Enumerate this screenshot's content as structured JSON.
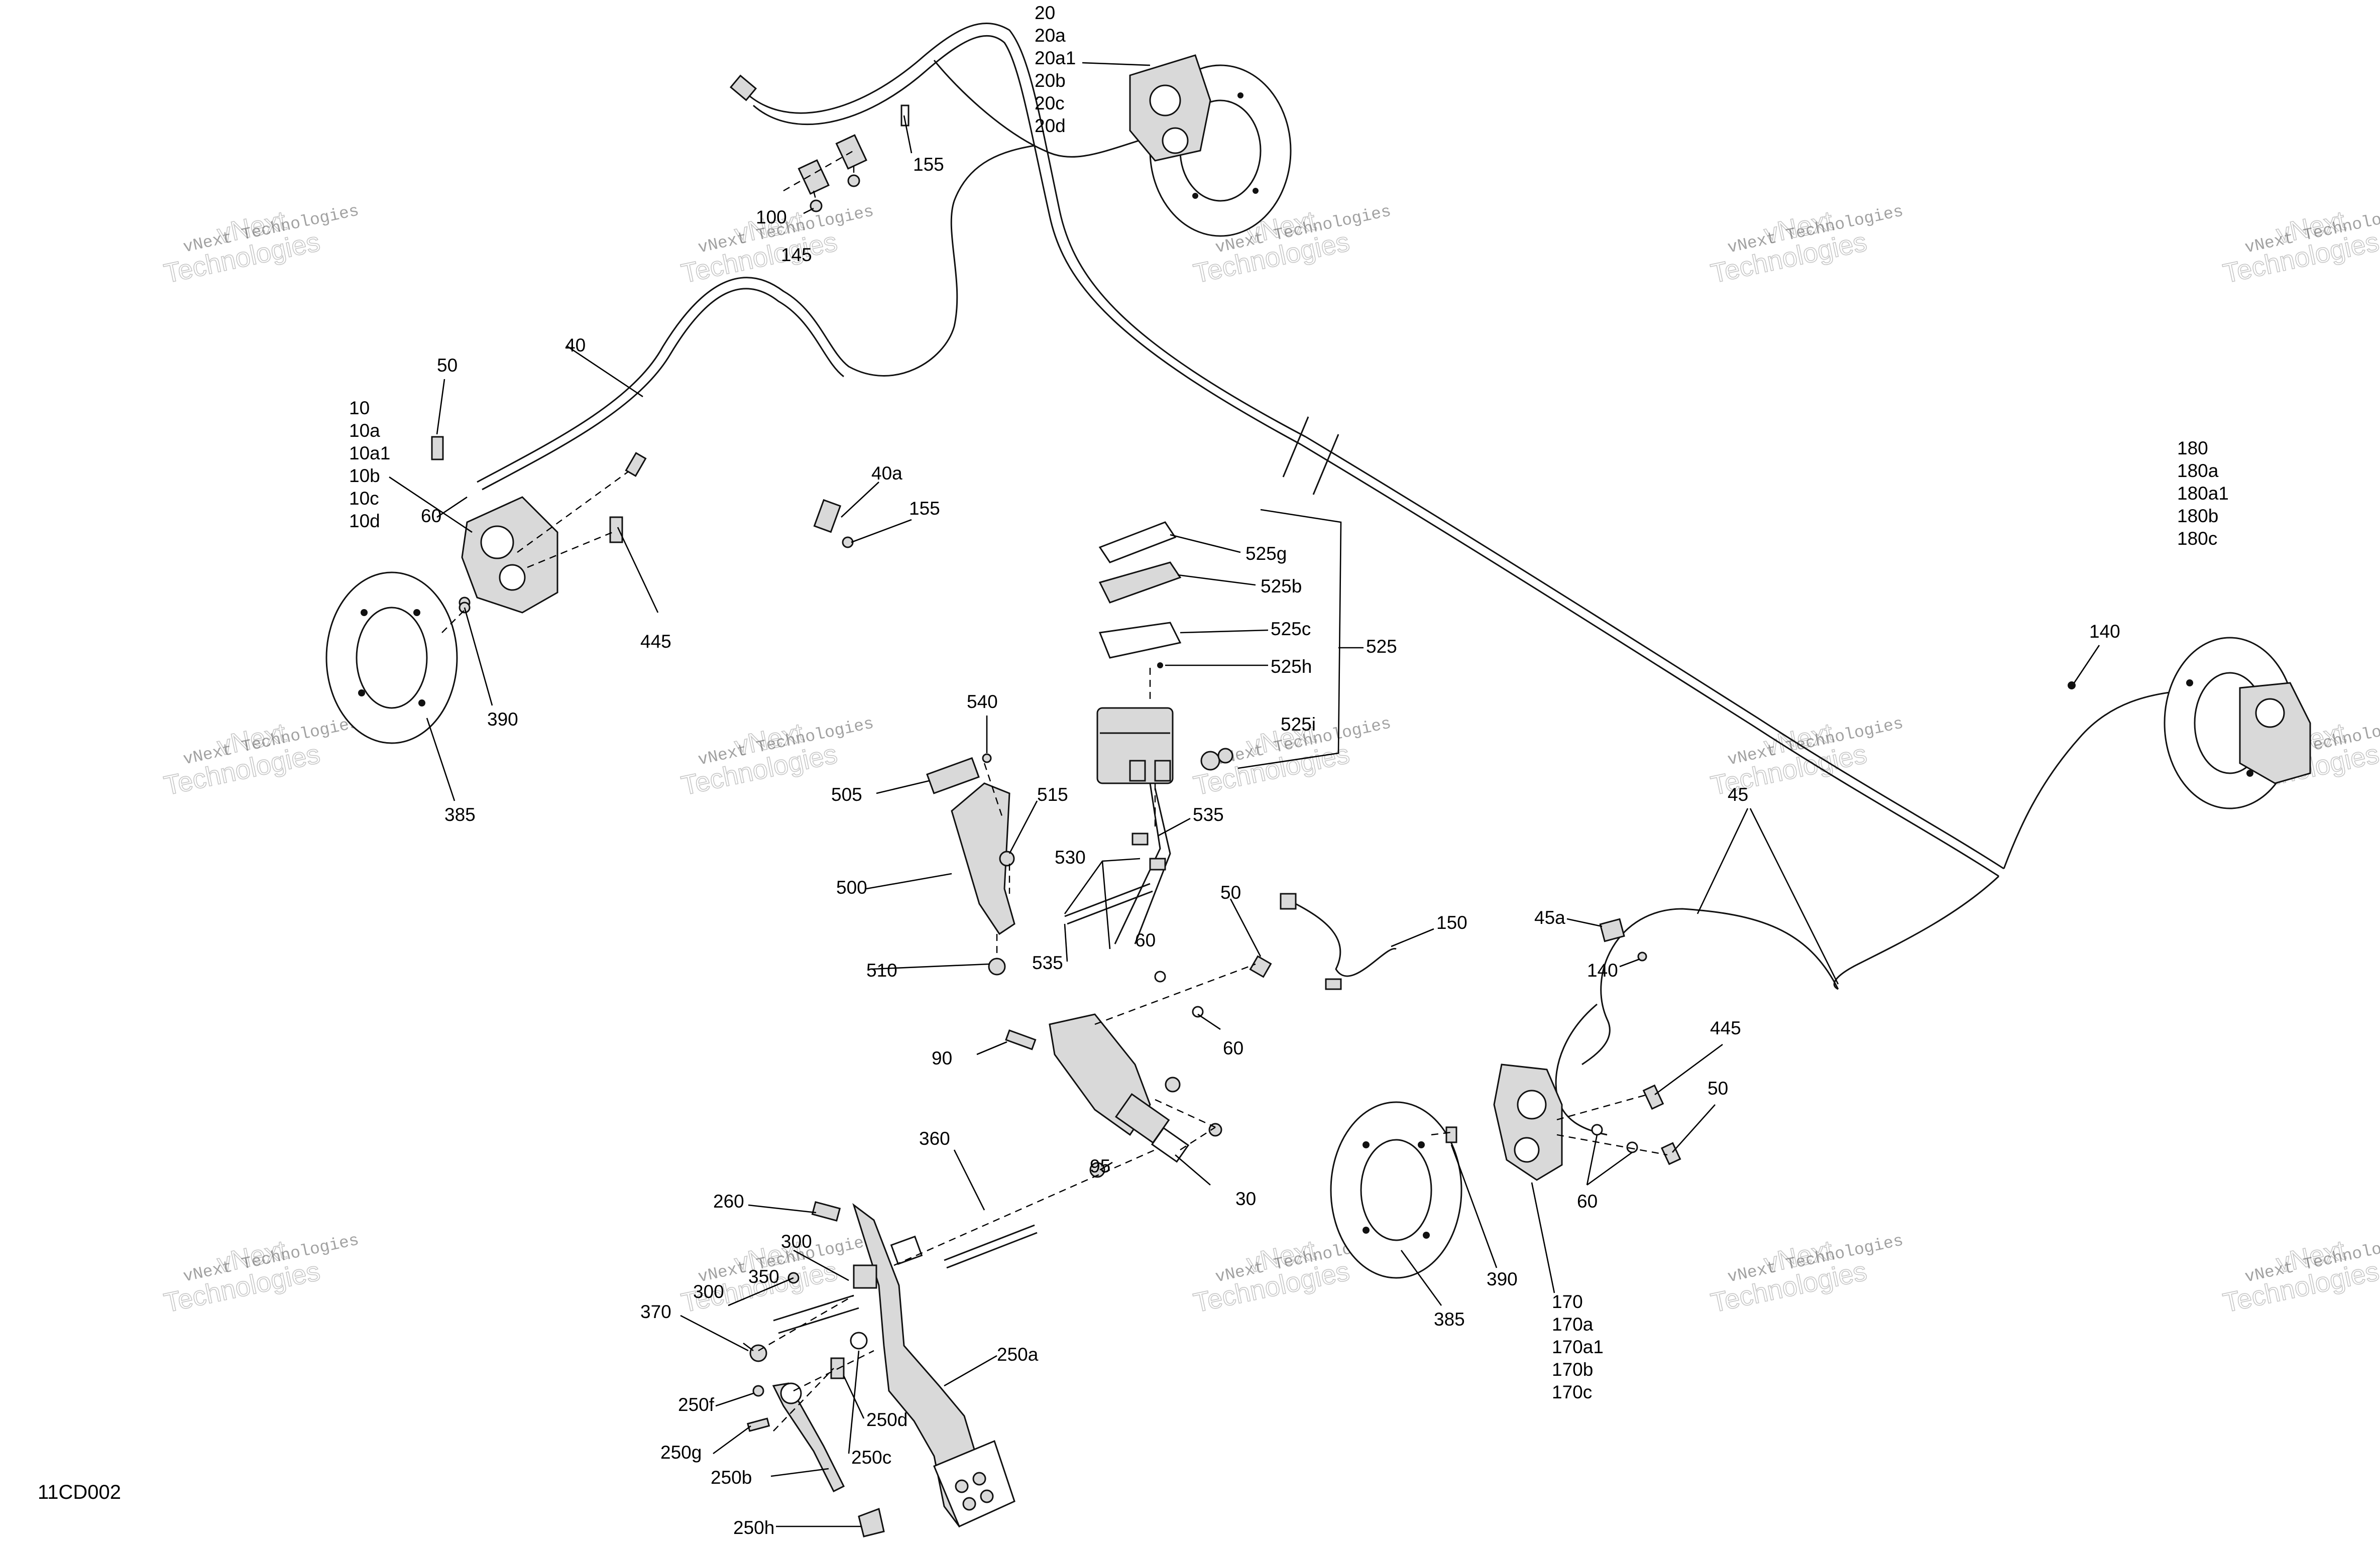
{
  "diagram_code": "11CD002",
  "watermark": {
    "line1": "vNext",
    "line2": "Technologies",
    "small": "vNext Technologies"
  },
  "callouts": {
    "c20": "20",
    "c20a": "20a",
    "c20a1": "20a1",
    "c20b": "20b",
    "c20c": "20c",
    "c20d": "20d",
    "c155a": "155",
    "c100": "100",
    "c145": "145",
    "c40": "40",
    "c50a": "50",
    "c10": "10",
    "c10a": "10a",
    "c10a1": "10a1",
    "c10b": "10b",
    "c10c": "10c",
    "c10d": "10d",
    "c60a": "60",
    "c445a": "445",
    "c390a": "390",
    "c385a": "385",
    "c40a": "40a",
    "c155b": "155",
    "c525g": "525g",
    "c525b": "525b",
    "c525c": "525c",
    "c525h": "525h",
    "c525": "525",
    "c525i": "525i",
    "c540": "540",
    "c505": "505",
    "c515": "515",
    "c500": "500",
    "c510": "510",
    "c530": "530",
    "c535a": "535",
    "c535b": "535",
    "c50b": "50",
    "c60b": "60",
    "c60c": "60",
    "c150": "150",
    "c90": "90",
    "c95": "95",
    "c30": "30",
    "c360": "360",
    "c260": "260",
    "c300a": "300",
    "c350": "350",
    "c300b": "300",
    "c370": "370",
    "c250a": "250a",
    "c250f": "250f",
    "c250d": "250d",
    "c250g": "250g",
    "c250c": "250c",
    "c250b": "250b",
    "c250h": "250h",
    "c180": "180",
    "c180a": "180a",
    "c180a1": "180a1",
    "c180b": "180b",
    "c180c": "180c",
    "c140a": "140",
    "c45": "45",
    "c45a": "45a",
    "c140b": "140",
    "c445b": "445",
    "c50c": "50",
    "c60d": "60",
    "c390b": "390",
    "c385b": "385",
    "c170": "170",
    "c170a": "170a",
    "c170a1": "170a1",
    "c170b": "170b",
    "c170c": "170c"
  }
}
